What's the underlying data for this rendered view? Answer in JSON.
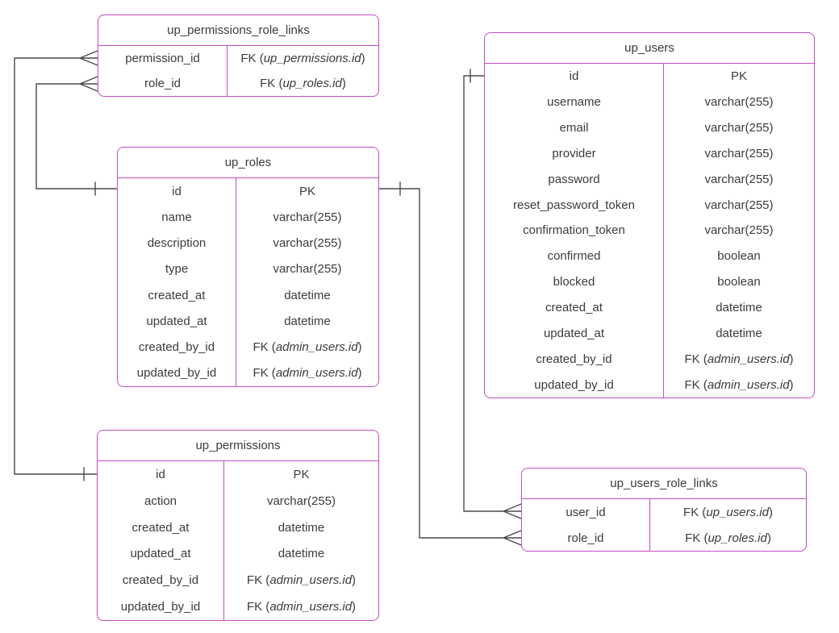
{
  "diagram": {
    "border_color": "#c44dc4",
    "line_color": "#4a4a4a",
    "text_color": "#3b3b3b"
  },
  "tables": [
    {
      "id": "up_permissions_role_links",
      "title": "up_permissions_role_links",
      "rows": [
        {
          "name": "permission_id",
          "type": "FK (up_permissions.id)"
        },
        {
          "name": "role_id",
          "type": "FK (up_roles.id)"
        }
      ]
    },
    {
      "id": "up_users",
      "title": "up_users",
      "rows": [
        {
          "name": "id",
          "type": "PK"
        },
        {
          "name": "username",
          "type": "varchar(255)"
        },
        {
          "name": "email",
          "type": "varchar(255)"
        },
        {
          "name": "provider",
          "type": "varchar(255)"
        },
        {
          "name": "password",
          "type": "varchar(255)"
        },
        {
          "name": "reset_password_token",
          "type": "varchar(255)"
        },
        {
          "name": "confirmation_token",
          "type": "varchar(255)"
        },
        {
          "name": "confirmed",
          "type": "boolean"
        },
        {
          "name": "blocked",
          "type": "boolean"
        },
        {
          "name": "created_at",
          "type": "datetime"
        },
        {
          "name": "updated_at",
          "type": "datetime"
        },
        {
          "name": "created_by_id",
          "type": "FK (admin_users.id)"
        },
        {
          "name": "updated_by_id",
          "type": "FK (admin_users.id)"
        }
      ]
    },
    {
      "id": "up_roles",
      "title": "up_roles",
      "rows": [
        {
          "name": "id",
          "type": "PK"
        },
        {
          "name": "name",
          "type": "varchar(255)"
        },
        {
          "name": "description",
          "type": "varchar(255)"
        },
        {
          "name": "type",
          "type": "varchar(255)"
        },
        {
          "name": "created_at",
          "type": "datetime"
        },
        {
          "name": "updated_at",
          "type": "datetime"
        },
        {
          "name": "created_by_id",
          "type": "FK (admin_users.id)"
        },
        {
          "name": "updated_by_id",
          "type": "FK (admin_users.id)"
        }
      ]
    },
    {
      "id": "up_permissions",
      "title": "up_permissions",
      "rows": [
        {
          "name": "id",
          "type": "PK"
        },
        {
          "name": "action",
          "type": "varchar(255)"
        },
        {
          "name": "created_at",
          "type": "datetime"
        },
        {
          "name": "updated_at",
          "type": "datetime"
        },
        {
          "name": "created_by_id",
          "type": "FK (admin_users.id)"
        },
        {
          "name": "updated_by_id",
          "type": "FK (admin_users.id)"
        }
      ]
    },
    {
      "id": "up_users_role_links",
      "title": "up_users_role_links",
      "rows": [
        {
          "name": "user_id",
          "type": "FK (up_users.id)"
        },
        {
          "name": "role_id",
          "type": "FK (up_roles.id)"
        }
      ]
    }
  ],
  "relationships": [
    {
      "from": "up_roles.id",
      "to": "up_permissions_role_links.role_id",
      "cardinality": "one-to-many"
    },
    {
      "from": "up_permissions.id",
      "to": "up_permissions_role_links.permission_id",
      "cardinality": "one-to-many"
    },
    {
      "from": "up_roles.id",
      "to": "up_users_role_links.role_id",
      "cardinality": "one-to-many"
    },
    {
      "from": "up_users.id",
      "to": "up_users_role_links.user_id",
      "cardinality": "one-to-many"
    }
  ]
}
